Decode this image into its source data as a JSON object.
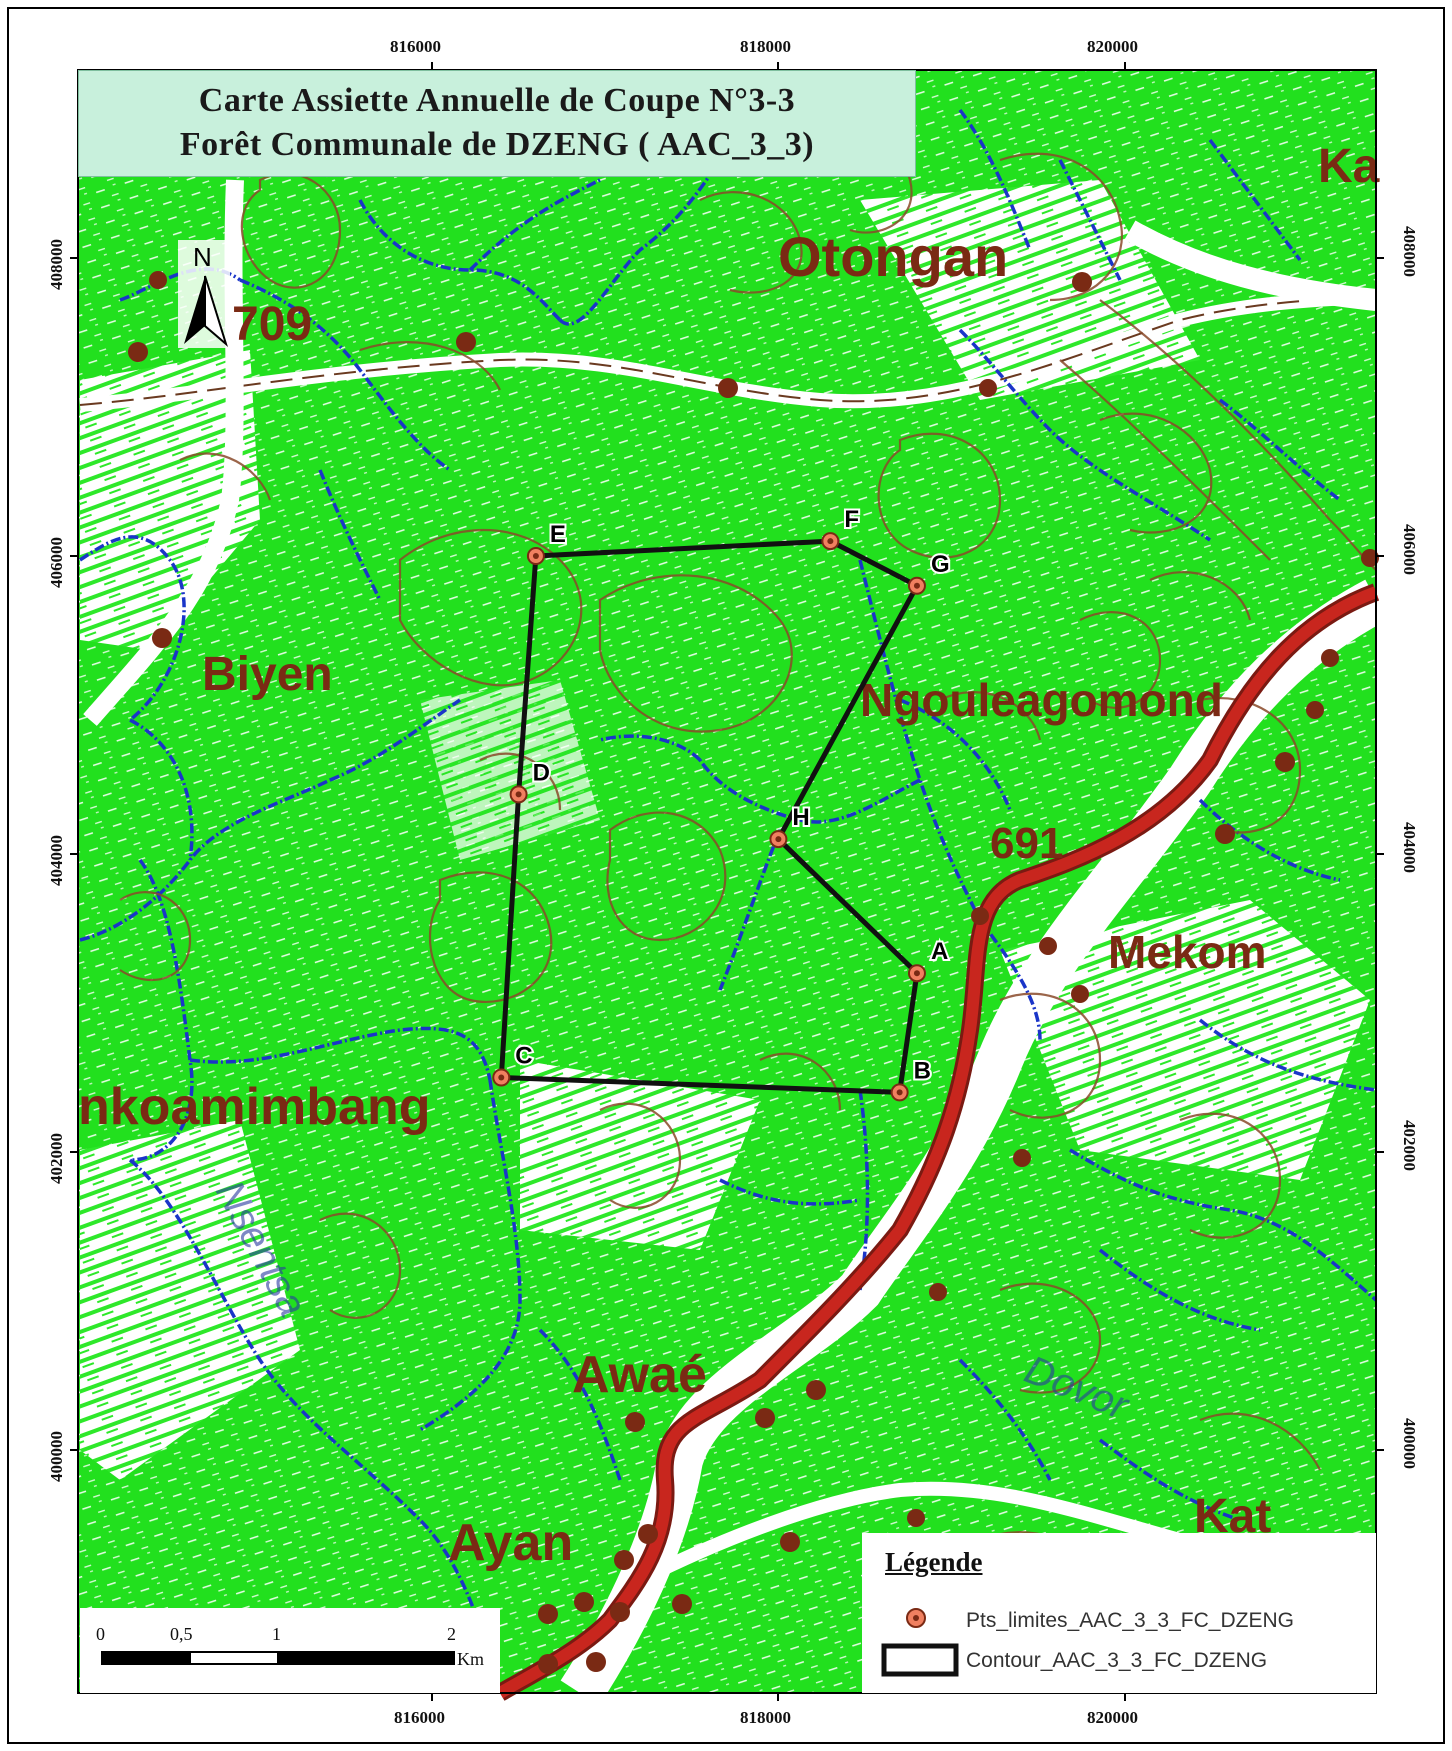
{
  "title": {
    "line1": "Carte Assiette Annuelle de Coupe N°3-3",
    "line2": "Forêt Communale de DZENG ( AAC_3_3)"
  },
  "grid": {
    "x_ticks": [
      "816000",
      "818000",
      "820000"
    ],
    "y_ticks": [
      "408000",
      "406000",
      "404000",
      "402000",
      "400000"
    ]
  },
  "north_arrow": {
    "label": "N"
  },
  "boundary_points": [
    {
      "label": "A",
      "x": 818.8,
      "y": 403.2
    },
    {
      "label": "B",
      "x": 818.7,
      "y": 402.4
    },
    {
      "label": "C",
      "x": 816.4,
      "y": 402.5
    },
    {
      "label": "D",
      "x": 816.5,
      "y": 404.4
    },
    {
      "label": "E",
      "x": 816.6,
      "y": 406.0
    },
    {
      "label": "F",
      "x": 818.3,
      "y": 406.1
    },
    {
      "label": "G",
      "x": 818.8,
      "y": 405.8
    },
    {
      "label": "H",
      "x": 818.0,
      "y": 404.1
    }
  ],
  "place_names": [
    "Otongan",
    "Biyen",
    "Ngouleagomond",
    "Mekom",
    "nkoamimbang",
    "Awaé",
    "Ayan",
    "709",
    "691",
    "Nsentsa",
    "Dovor",
    "Ka",
    "Kat"
  ],
  "scale_bar": {
    "labels": [
      "0",
      "0,5",
      "1",
      "2"
    ],
    "unit": "Km"
  },
  "legend": {
    "title": "Légende",
    "items": [
      {
        "label": "Pts_limites_AAC_3_3_FC_DZENG",
        "symbol": "point"
      },
      {
        "label": "Contour_AAC_3_3_FC_DZENG",
        "symbol": "polygon"
      }
    ]
  },
  "colors": {
    "forest": "#22e01e",
    "river": "#1a35c8",
    "road": "#c8261e",
    "contour": "#8a4a2a",
    "boundary": "#111111",
    "place_label": "#7a2a14",
    "point_fill": "#f08060"
  }
}
